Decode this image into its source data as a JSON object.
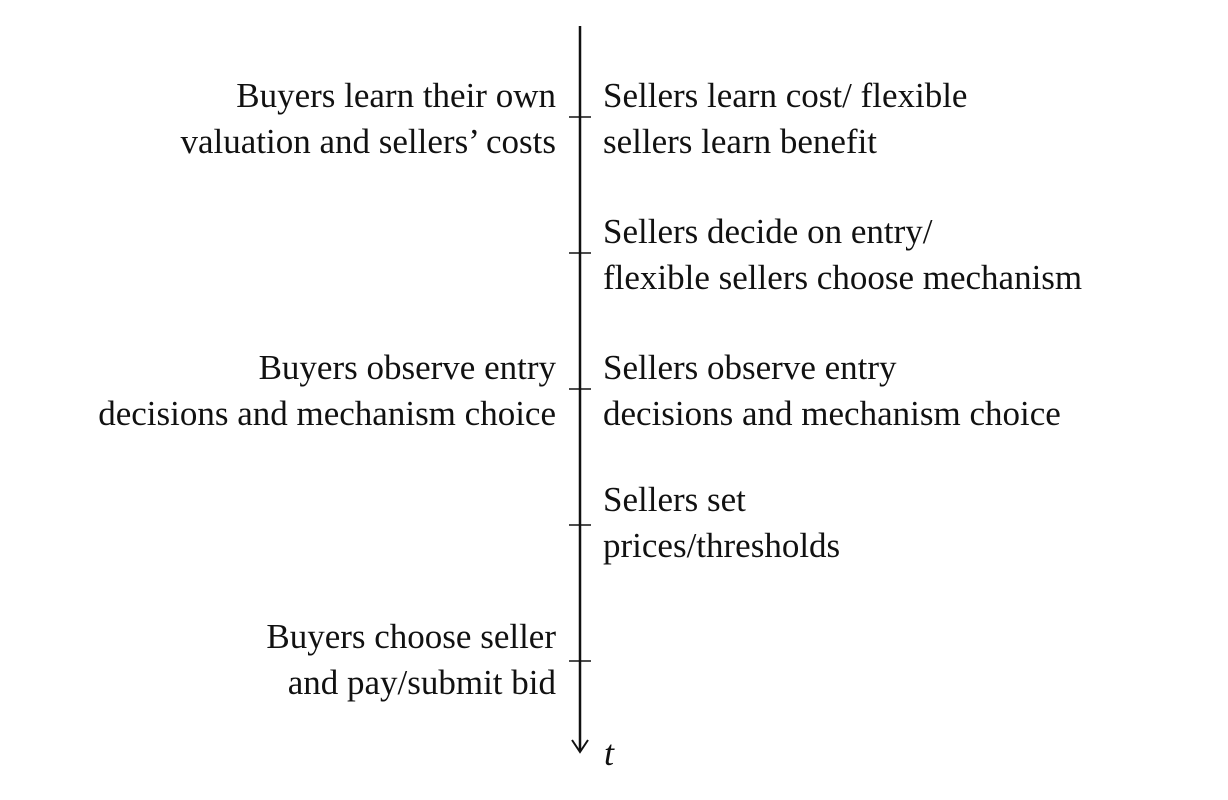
{
  "timeline": {
    "axis_label": "t",
    "events": [
      {
        "left": [
          "Buyers learn their own",
          "valuation and sellers’ costs"
        ],
        "right": [
          "Sellers learn cost/ flexible",
          "sellers learn benefit"
        ]
      },
      {
        "left": [],
        "right": [
          "Sellers decide on entry/",
          "flexible sellers choose mechanism"
        ]
      },
      {
        "left": [
          "Buyers observe entry",
          "decisions and mechanism choice"
        ],
        "right": [
          "Sellers observe entry",
          "decisions and mechanism choice"
        ]
      },
      {
        "left": [],
        "right": [
          "Sellers set",
          "prices/thresholds"
        ]
      },
      {
        "left": [
          "Buyers choose seller",
          "and pay/submit bid"
        ],
        "right": []
      }
    ]
  }
}
